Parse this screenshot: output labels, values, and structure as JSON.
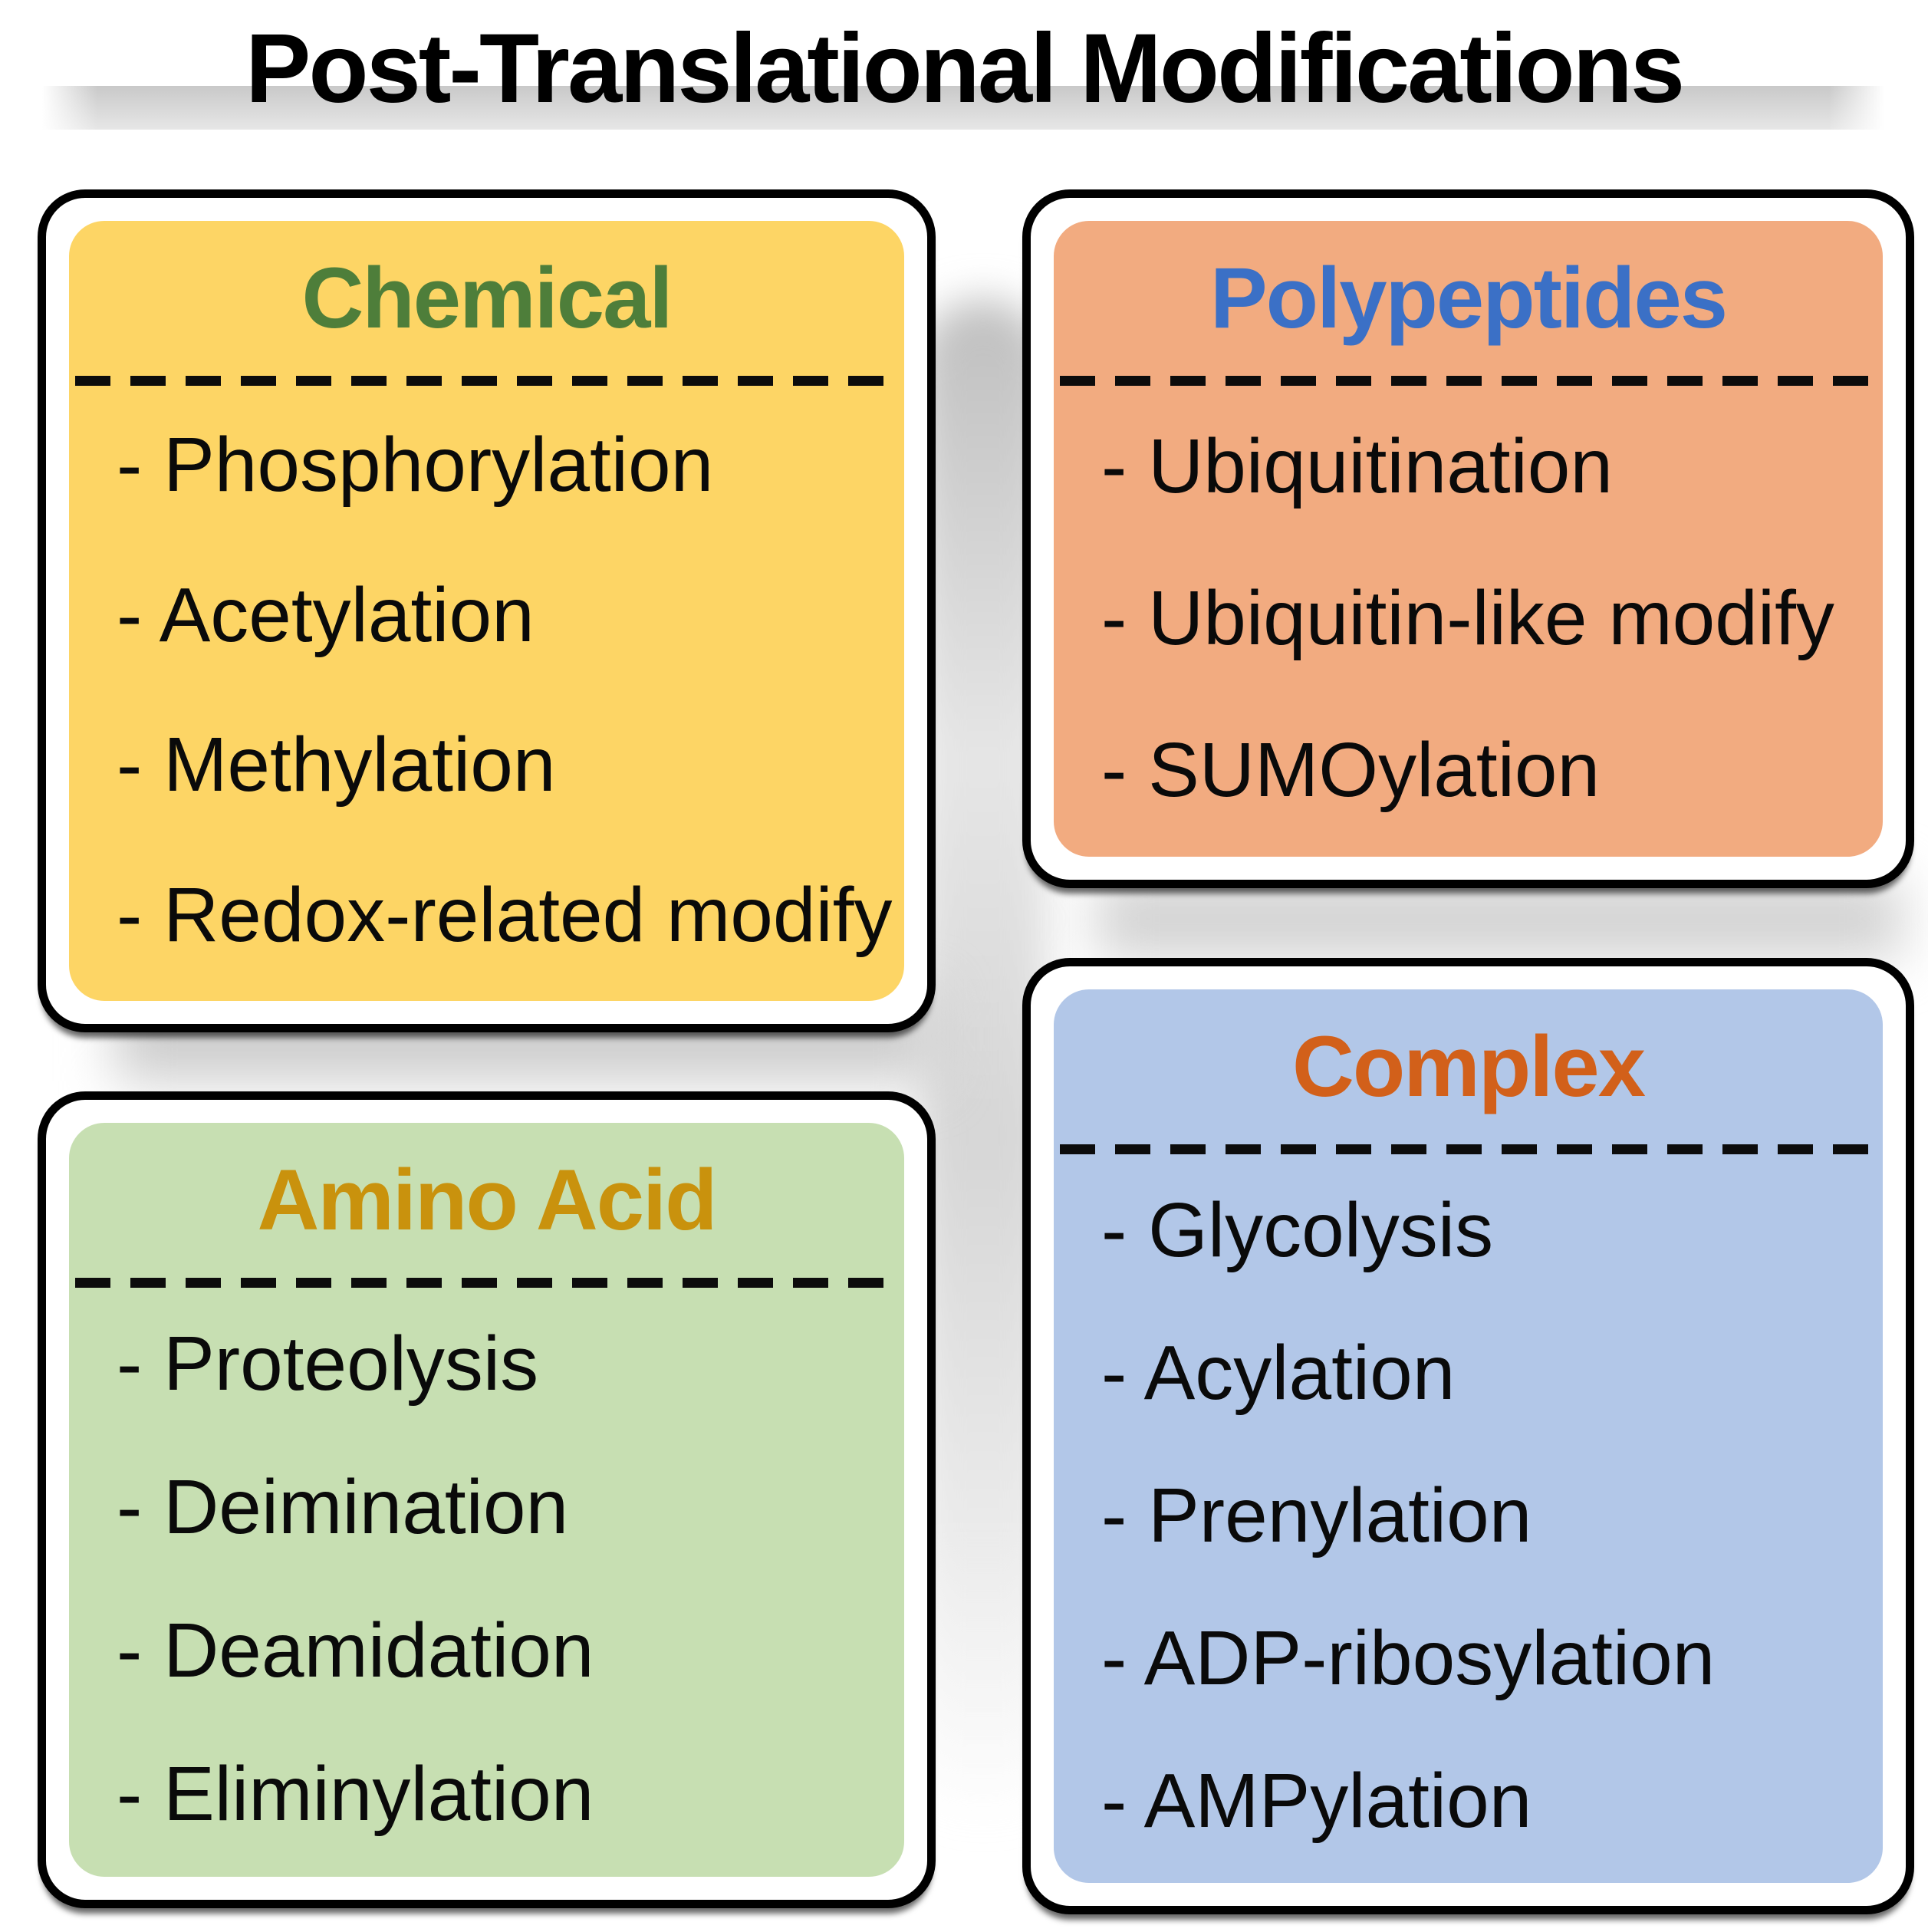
{
  "title": "Post-Translational Modifications",
  "cards": [
    {
      "title": "Chemical",
      "title_color": "#4e7e3a",
      "fill": "#fdd565",
      "items": [
        "- Phosphorylation",
        "- Acetylation",
        "- Methylation",
        "- Redox-related modify"
      ]
    },
    {
      "title": "Polypeptides",
      "title_color": "#3b70c6",
      "fill": "#f2ab80",
      "items": [
        "- Ubiquitination",
        "- Ubiquitin-like modify",
        "- SUMOylation"
      ]
    },
    {
      "title": "Amino Acid",
      "title_color": "#c9920d",
      "fill": "#c7dfb2",
      "items": [
        "- Proteolysis",
        "- Deimination",
        "- Deamidation",
        "- Eliminylation"
      ]
    },
    {
      "title": "Complex",
      "title_color": "#d2601a",
      "fill": "#b2c7e8",
      "items": [
        "- Glycolysis",
        "- Acylation",
        "- Prenylation",
        "- ADP-ribosylation",
        "- AMPylation"
      ]
    }
  ]
}
